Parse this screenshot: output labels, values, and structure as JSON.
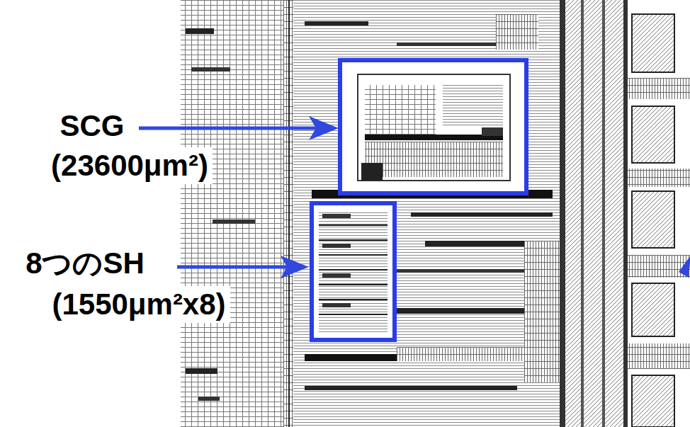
{
  "diagram": {
    "labels": [
      "SCG",
      "(23600μm²)",
      "8つのSH",
      "(1550μm²x8)"
    ]
  }
}
